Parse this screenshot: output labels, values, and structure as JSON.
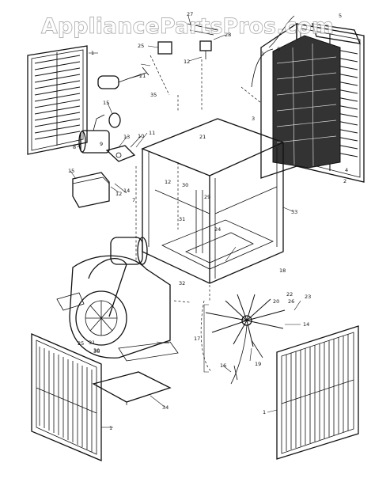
{
  "watermark": "AppliancePartsPros.com",
  "callouts": [
    "1",
    "1",
    "1",
    "1",
    "2",
    "3",
    "4",
    "5",
    "6",
    "7",
    "8",
    "9",
    "10",
    "11",
    "12",
    "12",
    "12",
    "13",
    "14",
    "14",
    "15",
    "15",
    "16",
    "17",
    "18",
    "19",
    "20",
    "21",
    "21",
    "22",
    "23",
    "24",
    "25",
    "25",
    "26",
    "27",
    "28",
    "29",
    "30",
    "30",
    "31",
    "31",
    "32",
    "33",
    "34",
    "35",
    "36"
  ]
}
